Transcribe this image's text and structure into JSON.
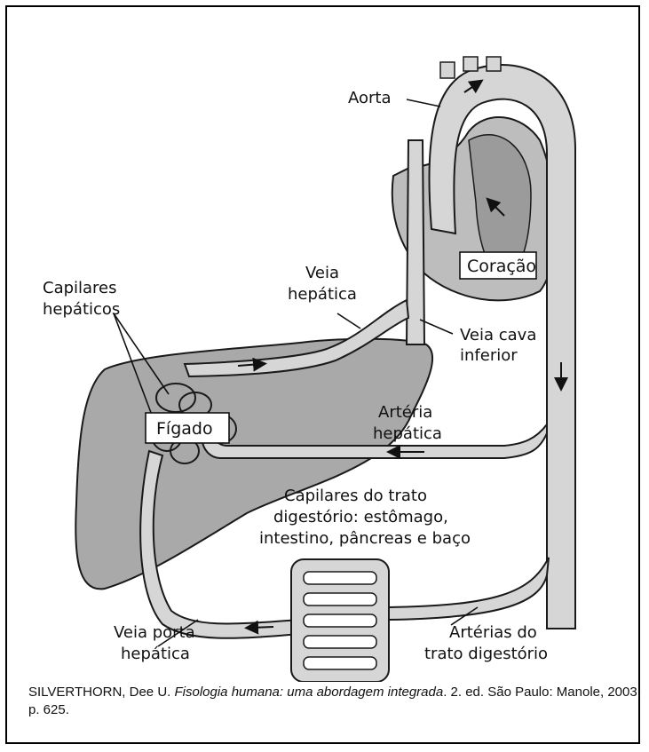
{
  "labels": {
    "aorta": "Aorta",
    "coracao": "Coração",
    "veia_hepatica_1": "Veia",
    "veia_hepatica_2": "hepática",
    "capilares_hep_1": "Capilares",
    "capilares_hep_2": "hepáticos",
    "veia_cava_1": "Veia cava",
    "veia_cava_2": "inferior",
    "figado": "Fígado",
    "arteria_hep_1": "Artéria",
    "arteria_hep_2": "hepática",
    "cap_trato_1": "Capilares do trato",
    "cap_trato_2": "digestório: estômago,",
    "cap_trato_3": "intestino, pâncreas e baço",
    "veia_porta_1": "Veia porta",
    "veia_porta_2": "hepática",
    "arterias_trato_1": "Artérias do",
    "arterias_trato_2": "trato digestório"
  },
  "caption": {
    "author": "SILVERTHORN, Dee U. ",
    "title": "Fisologia humana: uma abordagem integrada",
    "rest": ". 2. ed. São Paulo: Manole, 2003, p. 625."
  },
  "colors": {
    "vessel_fill": "#d6d6d6",
    "organ_fill": "#a9a9a9",
    "heart_fill": "#bdbdbd",
    "outline": "#1a1a1a"
  }
}
